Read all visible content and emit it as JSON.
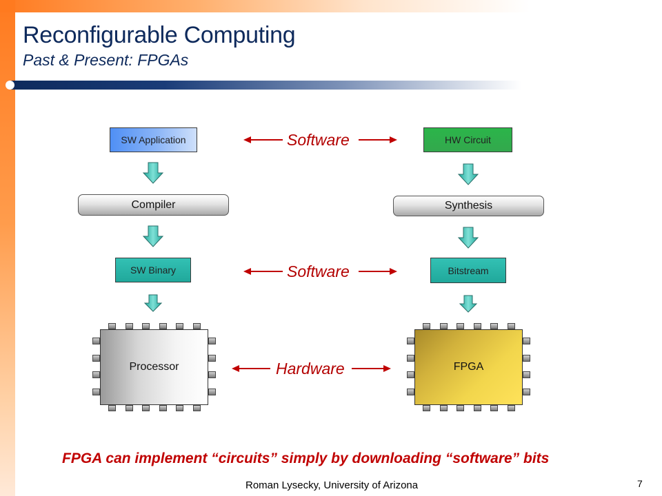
{
  "slide": {
    "title": "Reconfigurable Computing",
    "subtitle": "Past & Present: FPGAs",
    "footer": "Roman Lysecky, University of Arizona",
    "page_number": "7",
    "conclusion": "FPGA can implement “circuits” simply by downloading “software” bits"
  },
  "diagram": {
    "sw_application": "SW Application",
    "compiler": "Compiler",
    "sw_binary": "SW Binary",
    "processor": "Processor",
    "hw_circuit": "HW Circuit",
    "synthesis": "Synthesis",
    "bitstream": "Bitstream",
    "fpga": "FPGA",
    "link_top": "Software",
    "link_middle": "Software",
    "link_bottom": "Hardware"
  },
  "colors": {
    "title_navy": "#0e2a5c",
    "accent_orange": "#ff7a1f",
    "label_red": "#b30000",
    "conclusion_red": "#c00000"
  },
  "icons": {
    "flow_arrow": "down-arrow-icon",
    "link_arrow": "double-arrow-icon"
  }
}
